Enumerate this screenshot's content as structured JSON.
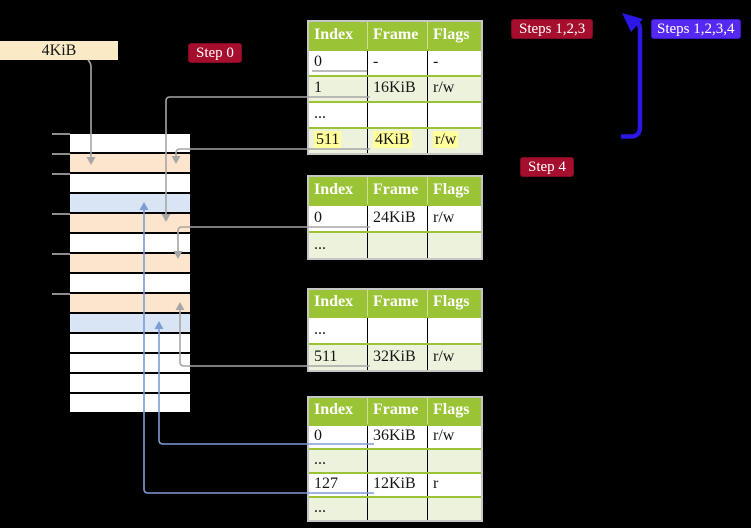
{
  "labels": {
    "size_box": "4KiB",
    "step0": "Step 0",
    "steps123": "Steps 1,2,3",
    "steps1234": "Steps 1,2,3,4",
    "step4": "Step 4"
  },
  "colors": {
    "step_label_bg": "#A60E2D",
    "steps1234_label_bg": "#5629F2",
    "flow_arrow_blue": "#2B18E6",
    "connector_gray": "#A6A6A6",
    "connector_blue": "#7C9CD4",
    "table_header_green": "#9AC435",
    "table_alt_row": "#EDF2DC",
    "highlight_yellow": "#FFFF9C",
    "memory_peach": "#FCE4CD",
    "memory_blue": "#D9E4F5",
    "size_box_cream": "#FAEBC6"
  },
  "memory": {
    "rows": [
      "white",
      "peach",
      "white",
      "blue",
      "peach",
      "white",
      "peach",
      "white",
      "peach",
      "blue",
      "white",
      "white",
      "white",
      "white"
    ]
  },
  "tables": [
    {
      "headers": [
        "Index",
        "Frame",
        "Flags"
      ],
      "rows": [
        {
          "cells": [
            "0",
            "-",
            "-"
          ],
          "shade": "white",
          "underline": "gray"
        },
        {
          "cells": [
            "1",
            "16KiB",
            "r/w"
          ],
          "shade": "green",
          "underline": "gray"
        },
        {
          "cells": [
            "...",
            "",
            ""
          ],
          "shade": "white"
        },
        {
          "cells": [
            "511",
            "4KiB",
            "r/w"
          ],
          "shade": "green",
          "underline": "gray",
          "highlight": true
        }
      ]
    },
    {
      "headers": [
        "Index",
        "Frame",
        "Flags"
      ],
      "rows": [
        {
          "cells": [
            "0",
            "24KiB",
            "r/w"
          ],
          "shade": "white",
          "underline": "gray"
        },
        {
          "cells": [
            "...",
            "",
            ""
          ],
          "shade": "green"
        }
      ]
    },
    {
      "headers": [
        "Index",
        "Frame",
        "Flags"
      ],
      "rows": [
        {
          "cells": [
            "...",
            "",
            ""
          ],
          "shade": "white"
        },
        {
          "cells": [
            "511",
            "32KiB",
            "r/w"
          ],
          "shade": "green",
          "underline": "gray"
        }
      ]
    },
    {
      "headers": [
        "Index",
        "Frame",
        "Flags"
      ],
      "rows": [
        {
          "cells": [
            "0",
            "36KiB",
            "r/w"
          ],
          "shade": "white",
          "underline": "blue"
        },
        {
          "cells": [
            "...",
            "",
            ""
          ],
          "shade": "green"
        },
        {
          "cells": [
            "127",
            "12KiB",
            "r"
          ],
          "shade": "white",
          "underline": "blue"
        },
        {
          "cells": [
            "...",
            "",
            ""
          ],
          "shade": "green"
        }
      ]
    }
  ]
}
